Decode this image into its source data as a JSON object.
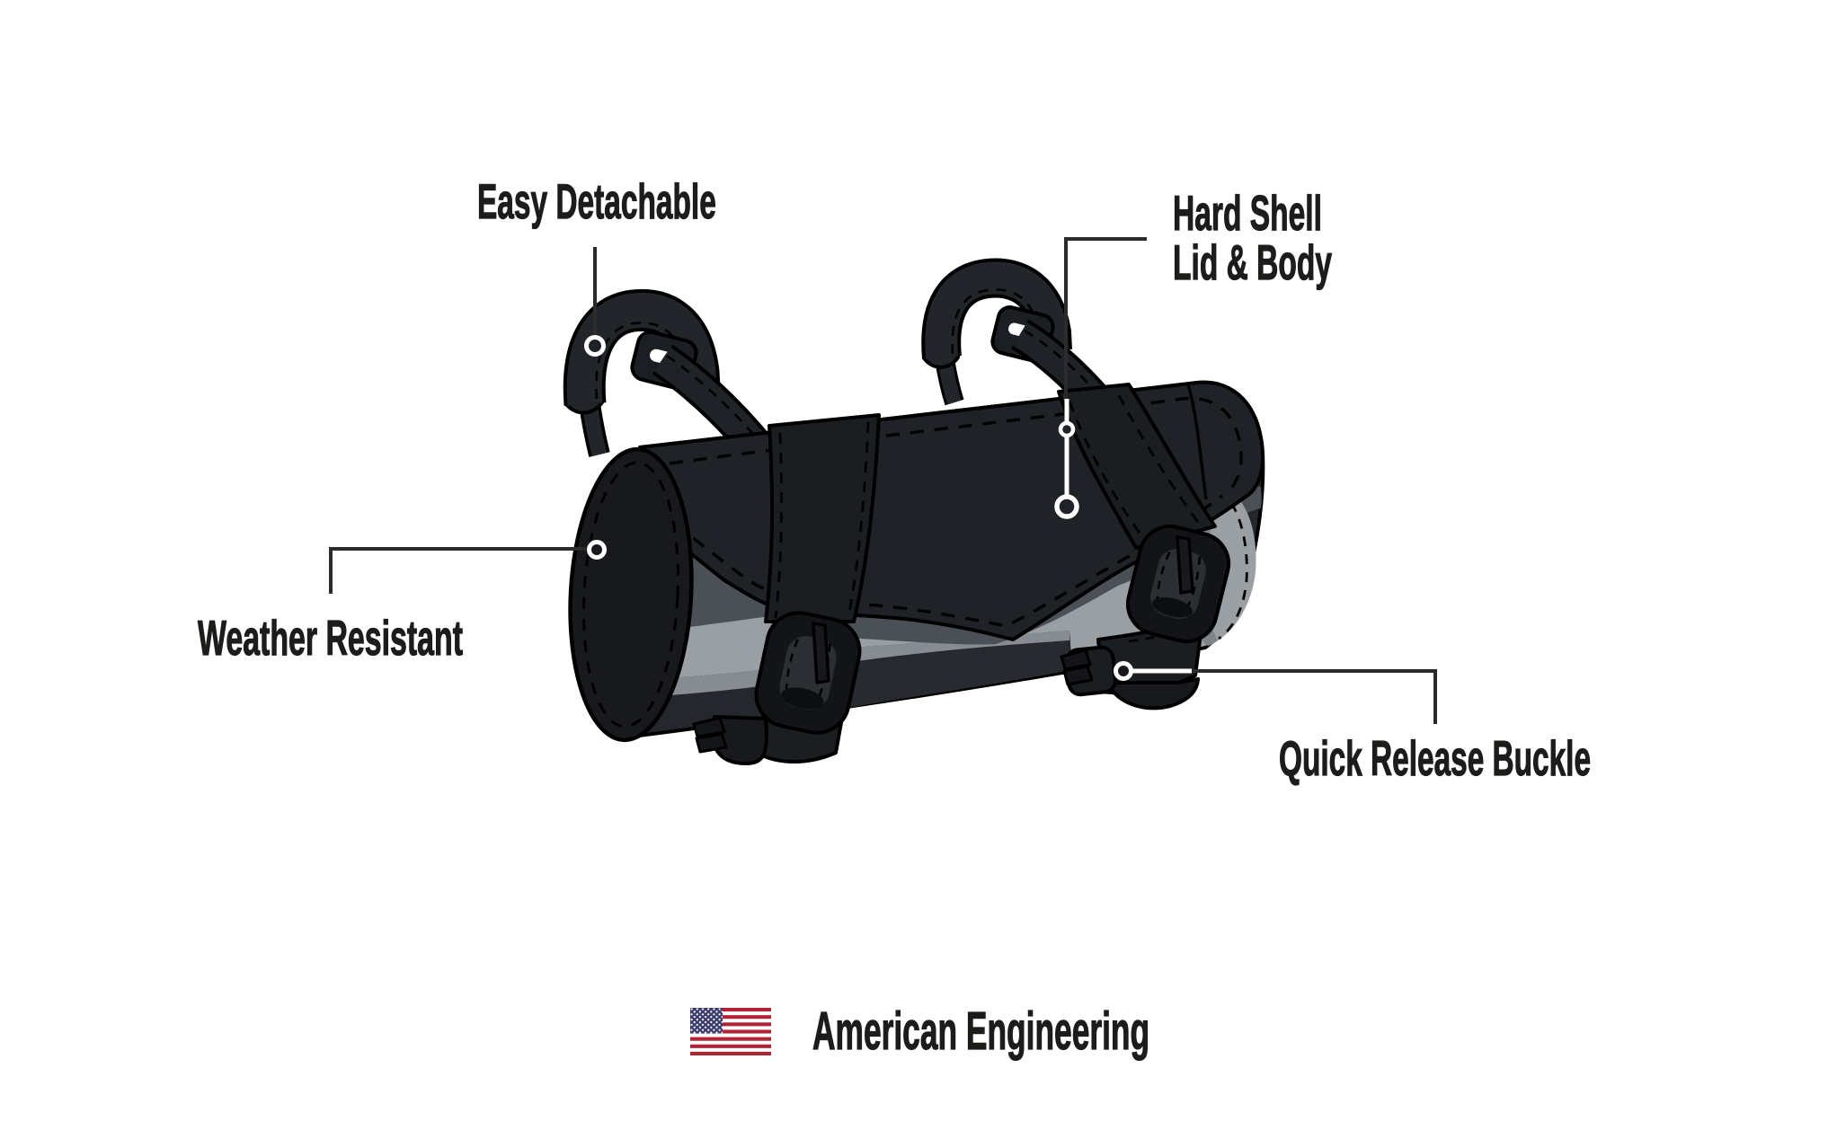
{
  "page": {
    "type": "product-feature-diagram",
    "background_color": "#ffffff",
    "product": "Motorcycle handlebar tool bag / tool roll illustration"
  },
  "callouts": [
    {
      "id": "easy-detachable",
      "label": "Easy Detachable"
    },
    {
      "id": "hard-shell",
      "line1": "Hard Shell",
      "line2": "Lid & Body"
    },
    {
      "id": "weather-resistant",
      "label": "Weather Resistant"
    },
    {
      "id": "quick-release-buckle",
      "label": "Quick Release Buckle"
    }
  ],
  "footer": {
    "icon": "us-flag",
    "text": "American Engineering"
  },
  "colors": {
    "text": "#1c1c1a",
    "leader_line": "#2b2b2b",
    "bag_black": "#1e2125",
    "bag_dark_gray": "#4a5056",
    "bag_light_gray": "#999fa3",
    "flag_red": "#b22234",
    "flag_blue": "#3c3b6e"
  }
}
